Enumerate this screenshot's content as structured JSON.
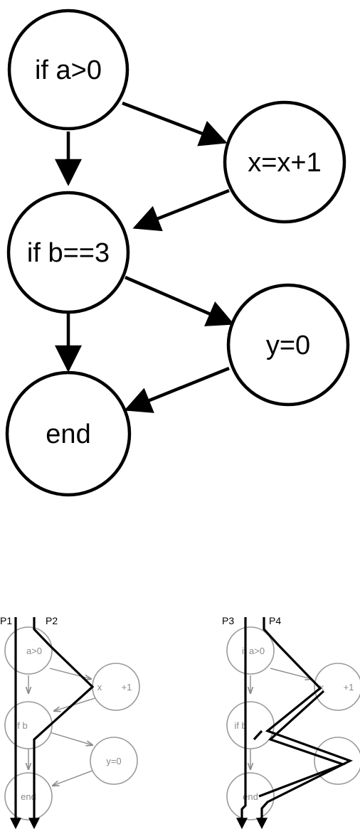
{
  "main_graph": {
    "nodes": {
      "if_a": "if a>0",
      "x_inc": "x=x+1",
      "if_b": "if b==3",
      "y_zero": "y=0",
      "end": "end"
    }
  },
  "mini_left": {
    "nodes": {
      "if_a": "a>0",
      "x_inc_a": "x",
      "x_inc_b": "+1",
      "if_b_a": "if b",
      "y_zero": "y=0",
      "end": "end"
    },
    "paths": [
      "P1",
      "P2"
    ]
  },
  "mini_right": {
    "nodes": {
      "if_a": "if a>0",
      "x_inc_a": "x",
      "x_inc_b": "+1",
      "if_b": "if b",
      "end": "end"
    },
    "paths": [
      "P3",
      "P4"
    ]
  }
}
